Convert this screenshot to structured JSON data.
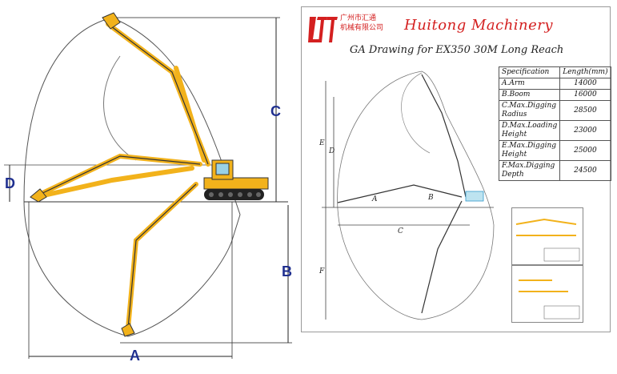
{
  "left_figure": {
    "labels": {
      "a": "A",
      "b": "B",
      "c": "C",
      "d": "D"
    }
  },
  "right_figure": {
    "logo_text": "LTT",
    "company_cn_line1": "广州市汇通",
    "company_cn_line2": "机械有限公司",
    "brand": "Huitong Machinery",
    "drawing_title": "GA Drawing for EX350 30M Long Reach",
    "spec_table": {
      "header": {
        "spec": "Specification",
        "length": "Length(mm)"
      },
      "rows": [
        {
          "spec": "A.Arm",
          "value": "14000"
        },
        {
          "spec": "B.Boom",
          "value": "16000"
        },
        {
          "spec": "C.Max.Digging Radius",
          "value": "28500"
        },
        {
          "spec": "D.Max.Loading Height",
          "value": "23000"
        },
        {
          "spec": "E.Max.Digging Height",
          "value": "25000"
        },
        {
          "spec": "F.Max.Digging Depth",
          "value": "24500"
        }
      ]
    },
    "drawing_labels": {
      "a": "A",
      "b": "B",
      "c": "C",
      "d": "D",
      "e": "E",
      "f": "F"
    }
  },
  "colors": {
    "machine_yellow": "#f2b21b",
    "dimension_blue": "#1f2f8f",
    "brand_red": "#d42020"
  }
}
